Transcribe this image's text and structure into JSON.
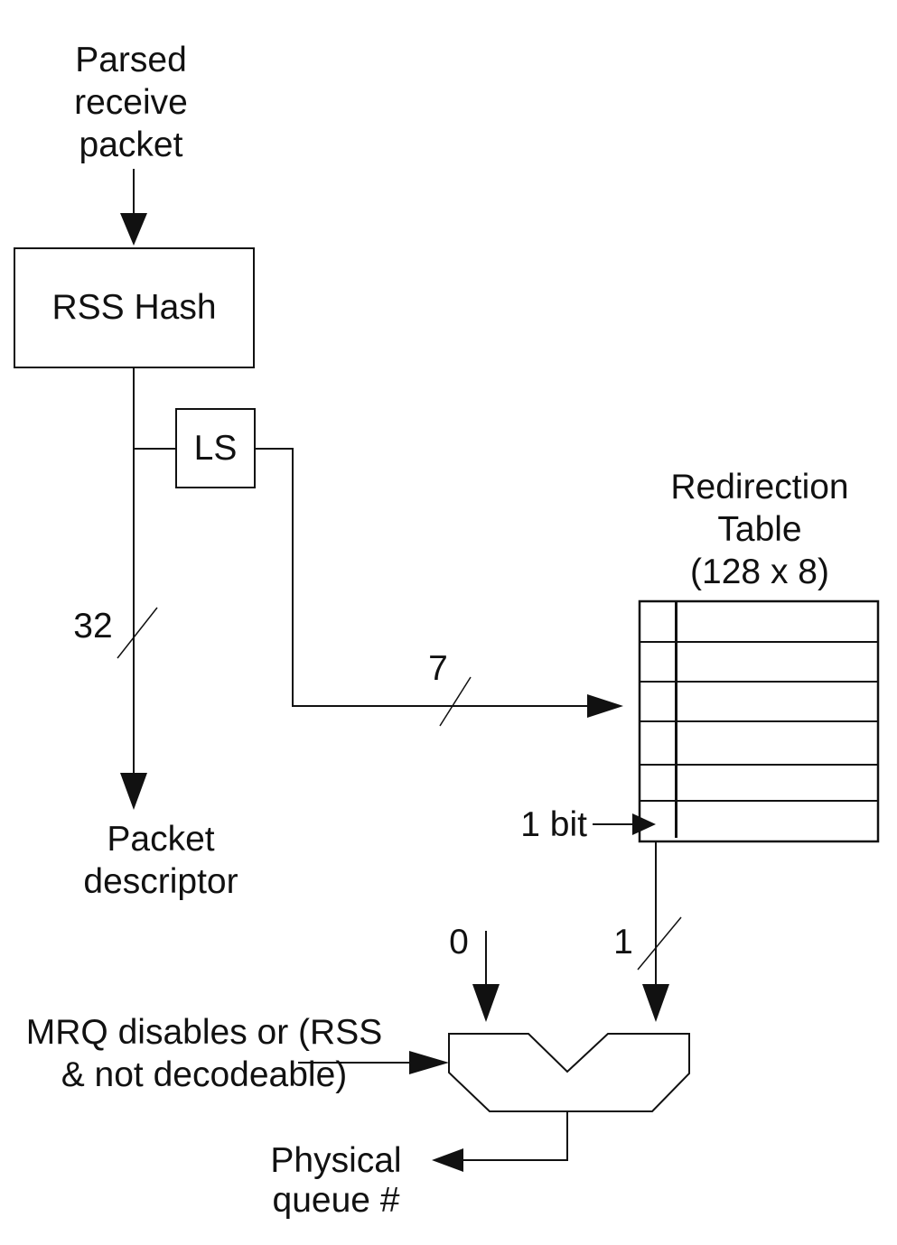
{
  "colors": {
    "ink": "#111111",
    "background": "#ffffff"
  },
  "diagram": {
    "input_label": "Parsed\nreceive\npacket",
    "rss_hash_label": "RSS Hash",
    "ls_label": "LS",
    "hash_width_label": "32",
    "packet_descriptor_label": "Packet\ndescriptor",
    "index_width_label": "7",
    "table_title": "Redirection\nTable\n(128 x 8)",
    "entry_width_label": "1 bit",
    "mux_input0_label": "0",
    "mux_input1_width_label": "1",
    "mux_select_label": "MRQ disables or (RSS\n& not decodeable)",
    "output_label": "Physical\nqueue #"
  }
}
